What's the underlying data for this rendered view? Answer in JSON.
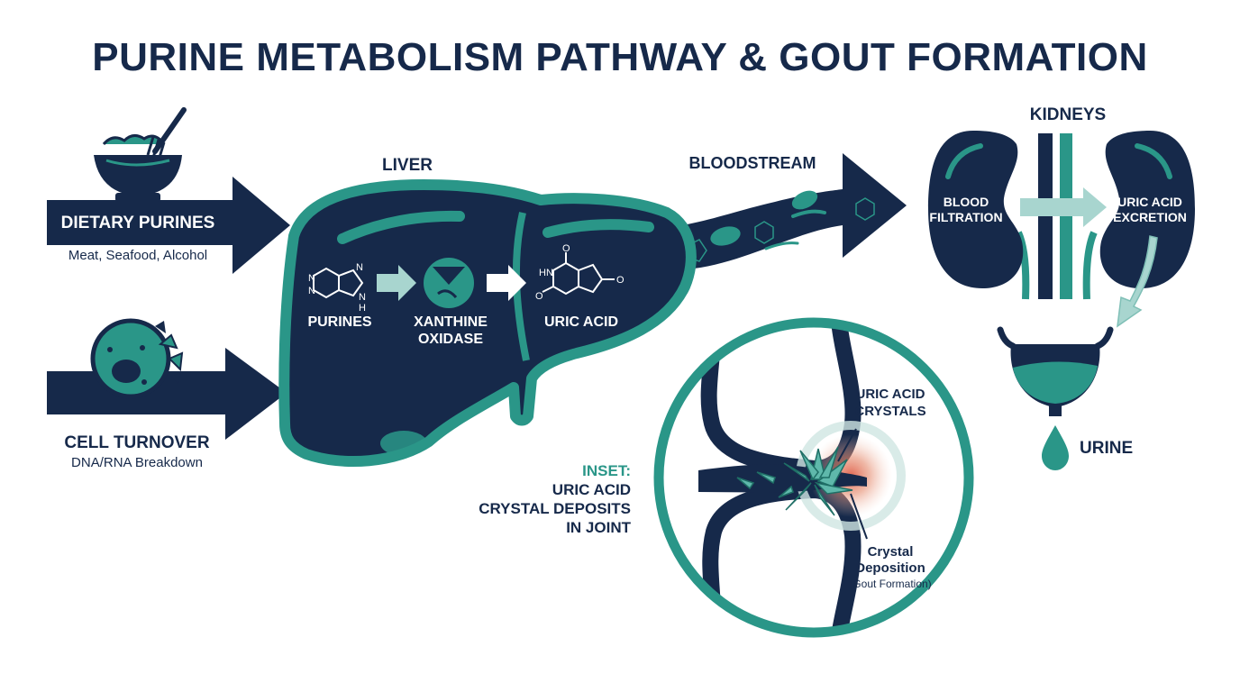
{
  "title": "PURINE METABOLISM PATHWAY & GOUT FORMATION",
  "sources": {
    "dietary": {
      "title": "DIETARY PURINES",
      "subtitle": "Meat, Seafood, Alcohol"
    },
    "cell": {
      "title": "CELL TURNOVER",
      "subtitle": "DNA/RNA Breakdown"
    }
  },
  "liver": {
    "label": "LIVER",
    "steps": [
      {
        "label": "PURINES"
      },
      {
        "label_line1": "XANTHINE",
        "label_line2": "OXIDASE"
      },
      {
        "label": "URIC ACID"
      }
    ]
  },
  "bloodstream": {
    "label": "BLOODSTREAM"
  },
  "kidneys": {
    "label": "KIDNEYS",
    "left": {
      "line1": "BLOOD",
      "line2": "FILTRATION"
    },
    "right": {
      "line1": "URIC ACID",
      "line2": "EXCRETION"
    }
  },
  "urine": {
    "label": "URINE"
  },
  "inset": {
    "tag": "INSET:",
    "line1": "URIC ACID",
    "line2": "CRYSTAL DEPOSITS",
    "line3": "IN JOINT",
    "crystals_line1": "URIC ACID",
    "crystals_line2": "CRYSTALS",
    "deposition_line1": "Crystal",
    "deposition_line2": "Deposition",
    "deposition_sub": "(Gout Formation)"
  },
  "molecule_atoms": {
    "n": "N",
    "h": "H",
    "o": "O",
    "hn": "HN"
  },
  "colors": {
    "navy": "#16294a",
    "teal": "#2a9688",
    "light_teal": "#a8d5cf",
    "red": "#e0604a"
  }
}
